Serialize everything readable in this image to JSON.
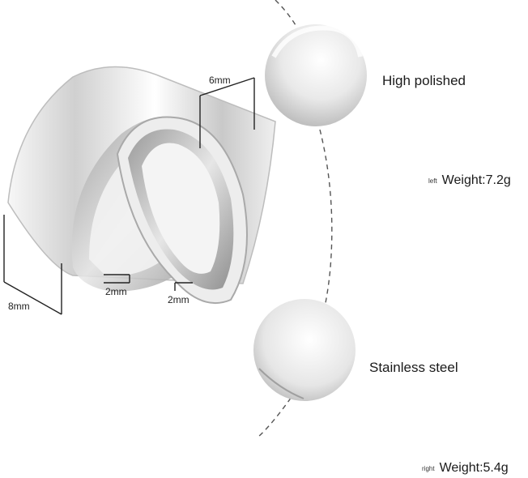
{
  "features": {
    "top_label": "High polished",
    "bottom_label": "Stainless steel"
  },
  "dimensions": {
    "large_width": "6mm",
    "large_left": "8mm",
    "thickness_a": "2mm",
    "thickness_b": "2mm"
  },
  "weights": {
    "left_side": "left",
    "left_value": "Weight:7.2g",
    "right_side": "right",
    "right_value": "Weight:5.4g"
  }
}
